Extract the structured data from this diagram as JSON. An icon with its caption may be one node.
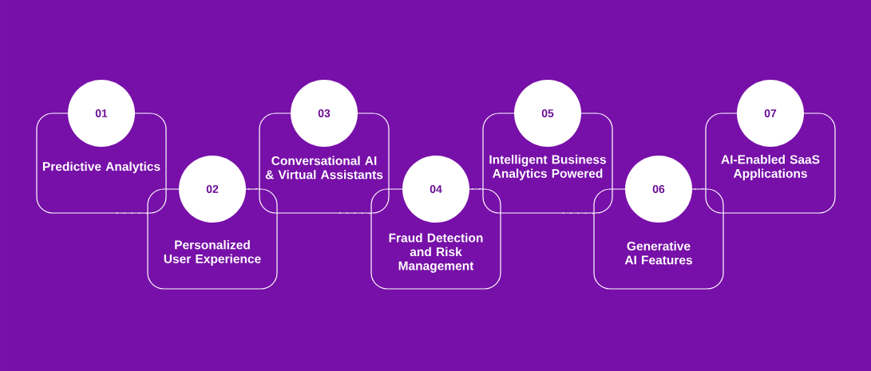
{
  "diagram": {
    "nodes": [
      {
        "text": [
          "01",
          "Predictive Analytics"
        ]
      },
      {
        "text": [
          "02",
          "Personalized User Experience"
        ]
      },
      {
        "text": [
          "03",
          "Conversational AI & Virtual Assistants"
        ]
      },
      {
        "text": [
          "04",
          "Fraud Detection and Risk Management"
        ]
      },
      {
        "text": [
          "05",
          "Intelligent Business Analytics Powered"
        ]
      },
      {
        "text": [
          "06",
          "Generative AI Features"
        ]
      },
      {
        "text": [
          "07",
          "AI-Enabled SaaS Applications"
        ]
      }
    ],
    "edges": [
      {
        "from": 0,
        "to": 1,
        "arrow": "none",
        "style": "dashed"
      },
      {
        "from": 1,
        "to": 2,
        "arrow": "none",
        "style": "dashed"
      },
      {
        "from": 2,
        "to": 3,
        "arrow": "none",
        "style": "dashed"
      },
      {
        "from": 3,
        "to": 4,
        "arrow": "none",
        "style": "dashed"
      },
      {
        "from": 4,
        "to": 5,
        "arrow": "none",
        "style": "dashed"
      },
      {
        "from": 5,
        "to": 6,
        "arrow": "none",
        "style": "dashed"
      }
    ]
  }
}
